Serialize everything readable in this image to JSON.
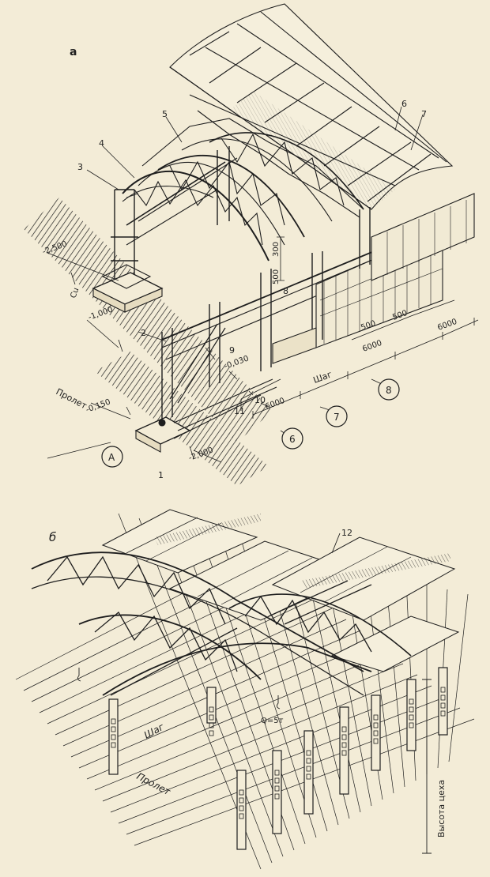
{
  "figure_a": {
    "panel_letter": "а",
    "callouts": [
      "1",
      "2",
      "3",
      "4",
      "5",
      "6",
      "7",
      "8",
      "9",
      "10",
      "11"
    ],
    "axis_markers": [
      "А",
      "6",
      "7",
      "8"
    ],
    "elevations": [
      "-2,500",
      "-1,000",
      "-0,150",
      "-0,030",
      "-2,000"
    ],
    "vertical_dims": [
      "500",
      "300"
    ],
    "span_label": "Пролет",
    "step_label": "Шаг",
    "step_dims": [
      "6000",
      "6000",
      "6000"
    ],
    "small_dims": [
      "500",
      "500"
    ],
    "crane_label": "Cu"
  },
  "figure_b": {
    "panel_letter": "б",
    "callout": "12",
    "crane_load": "Q=5т",
    "step_label": "Шаг",
    "span_label": "Пролет",
    "height_label": "Высота цеха"
  },
  "colors": {
    "paper": "#f3ecd7",
    "ink": "#1e1e1e"
  }
}
